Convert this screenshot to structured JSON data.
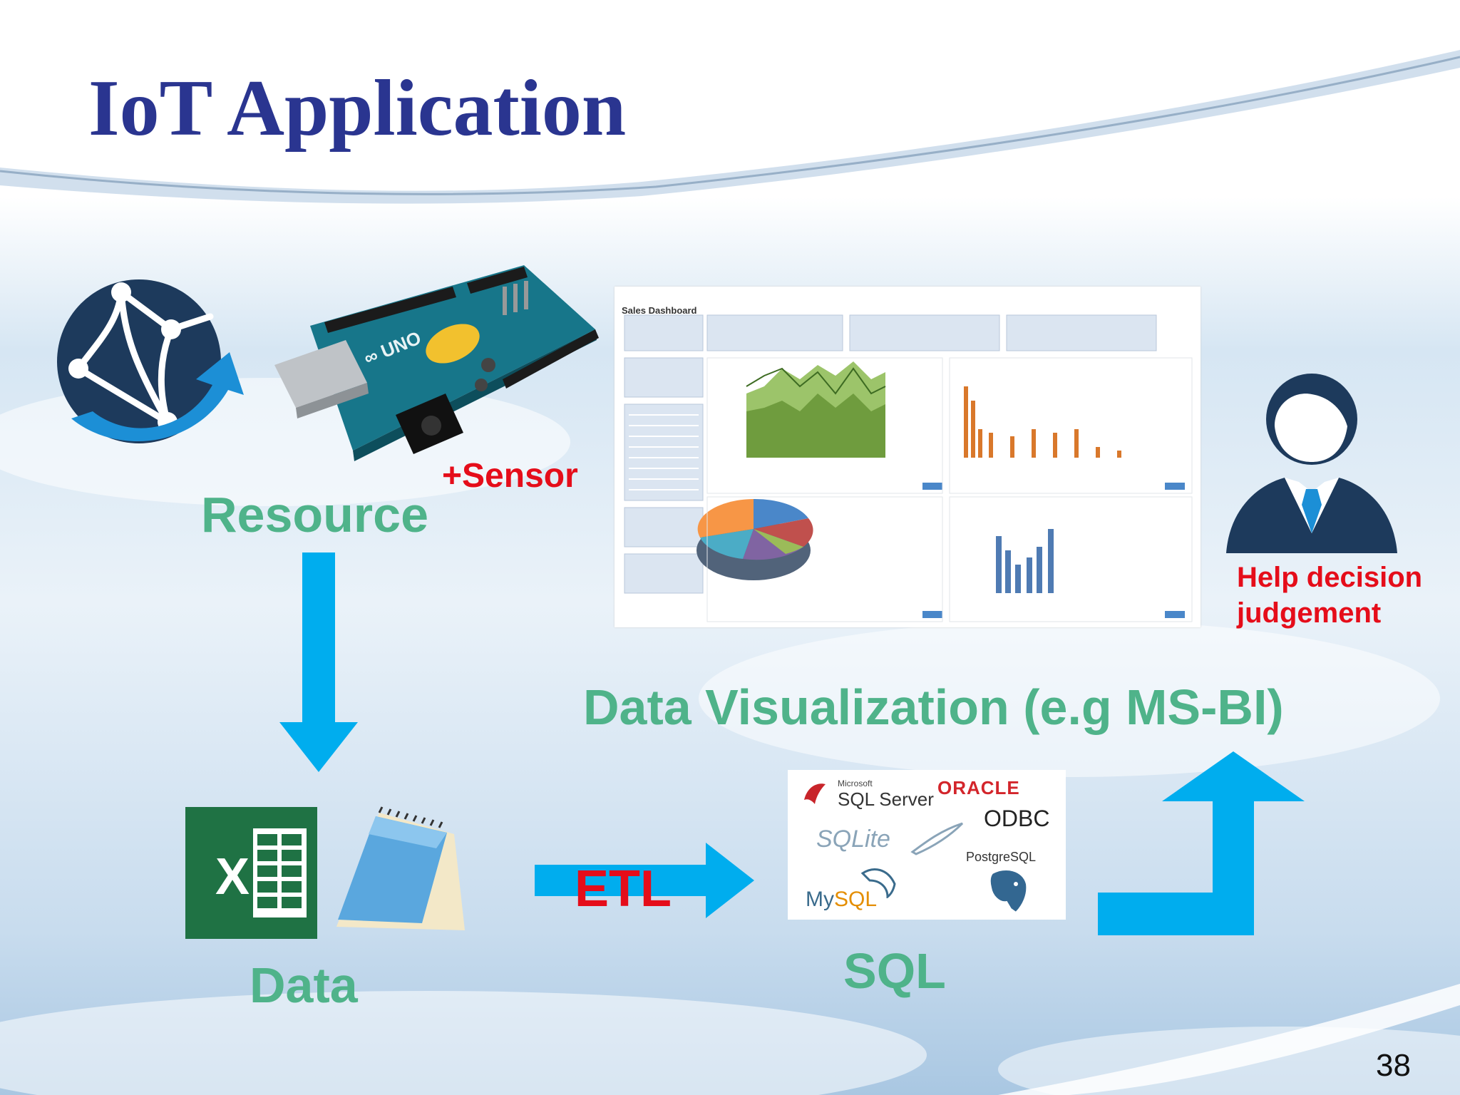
{
  "slide": {
    "title": "IoT Application",
    "page_number": "38"
  },
  "labels": {
    "resource": "Resource",
    "sensor": "+Sensor",
    "data": "Data",
    "sql": "SQL",
    "data_visualization": "Data Visualization (e.g MS-BI)",
    "help_decision": "Help decision judgement",
    "etl": "ETL"
  },
  "dashboard": {
    "title": "Sales Dashboard"
  },
  "sql_logos": {
    "microsoft": "Microsoft",
    "sql_server": "SQL Server",
    "oracle": "ORACLE",
    "odbc": "ODBC",
    "sqlite": "SQLite",
    "postgresql": "PostgreSQL",
    "mysql": "MySQL"
  },
  "icons": {
    "network": "globe-network-icon",
    "arduino": "arduino-board-icon",
    "excel": "excel-icon",
    "notepad": "notepad-icon",
    "person": "businessman-icon",
    "postgres": "elephant-icon",
    "mysql": "dolphin-icon"
  },
  "colors": {
    "title": "#2a3590",
    "label_green": "#4fb38a",
    "label_red": "#e50d1a",
    "arrow_blue": "#00adee",
    "dark_navy": "#1d3a5c"
  }
}
